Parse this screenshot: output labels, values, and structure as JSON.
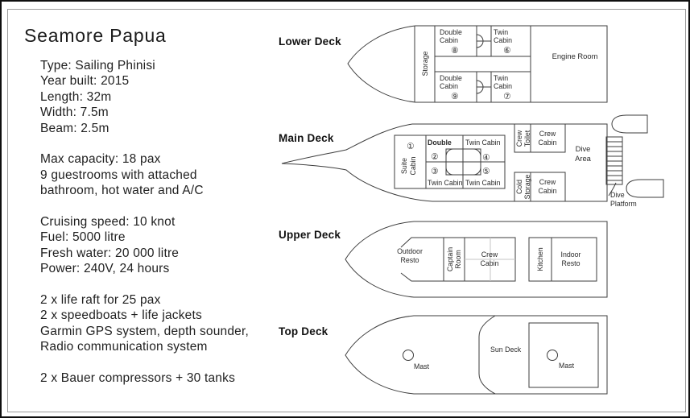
{
  "left_panel": {
    "title": "Seamore Papua",
    "groups": [
      {
        "lines": [
          "Type: Sailing Phinisi",
          "Year built: 2015",
          "Length: 32m",
          "Width: 7.5m",
          "Beam: 2.5m"
        ]
      },
      {
        "lines": [
          "Max capacity: 18 pax",
          "9 guestrooms with attached",
          "bathroom, hot water and A/C"
        ]
      },
      {
        "lines": [
          "Cruising speed: 10 knot",
          "Fuel: 5000 litre",
          "Fresh water: 20 000 litre",
          "Power: 240V, 24 hours"
        ]
      },
      {
        "lines": [
          "2 x life raft for 25 pax",
          "2 x speedboats + life jackets",
          "Garmin GPS system, depth sounder,",
          "Radio communication system"
        ]
      },
      {
        "lines": [
          "2 x Bauer compressors + 30 tanks"
        ]
      }
    ]
  },
  "decks": {
    "lower": {
      "label": "Lower Deck",
      "storage": "Storage",
      "double8": [
        "Double",
        "Cabin"
      ],
      "num8": "⑧",
      "twin6": [
        "Twin",
        "Cabin"
      ],
      "num6": "⑥",
      "double9": [
        "Double",
        "Cabin"
      ],
      "num9": "⑨",
      "twin7": [
        "Twin",
        "Cabin"
      ],
      "num7": "⑦",
      "engine_room": "Engine Room"
    },
    "main": {
      "label": "Main Deck",
      "suite_num": "①",
      "suite": [
        "Suite",
        "Cabin"
      ],
      "double_name": "Double",
      "double_num": "②",
      "twin3_num": "③",
      "twin3_name": "Twin Cabin",
      "twin4_name": "Twin Cabin",
      "twin4_num": "④",
      "twin5_num": "⑤",
      "twin5_name": "Twin Cabin",
      "crew_toilet": [
        "Crew",
        "Toilet"
      ],
      "crew_cabin_fore": [
        "Crew",
        "Cabin"
      ],
      "cold_storage": [
        "Cold",
        "Storage"
      ],
      "crew_cabin_aft": [
        "Crew",
        "Cabin"
      ],
      "dive_area": [
        "Dive",
        "Area"
      ],
      "dive_platform": [
        "Dive",
        "Platform"
      ]
    },
    "upper": {
      "label": "Upper Deck",
      "outdoor_resto": [
        "Outdoor",
        "Resto"
      ],
      "captain_room": [
        "Captain",
        "Room"
      ],
      "crew_cabin": [
        "Crew",
        "Cabin"
      ],
      "kitchen": "Kitchen",
      "indoor_resto": [
        "Indoor",
        "Resto"
      ]
    },
    "top": {
      "label": "Top Deck",
      "mast_fore": "Mast",
      "sun_deck": "Sun Deck",
      "mast_aft": "Mast"
    }
  },
  "colors": {
    "ink": "#2a2a2a",
    "line": "#3d3d3d",
    "frame": "#9b9b9b"
  }
}
